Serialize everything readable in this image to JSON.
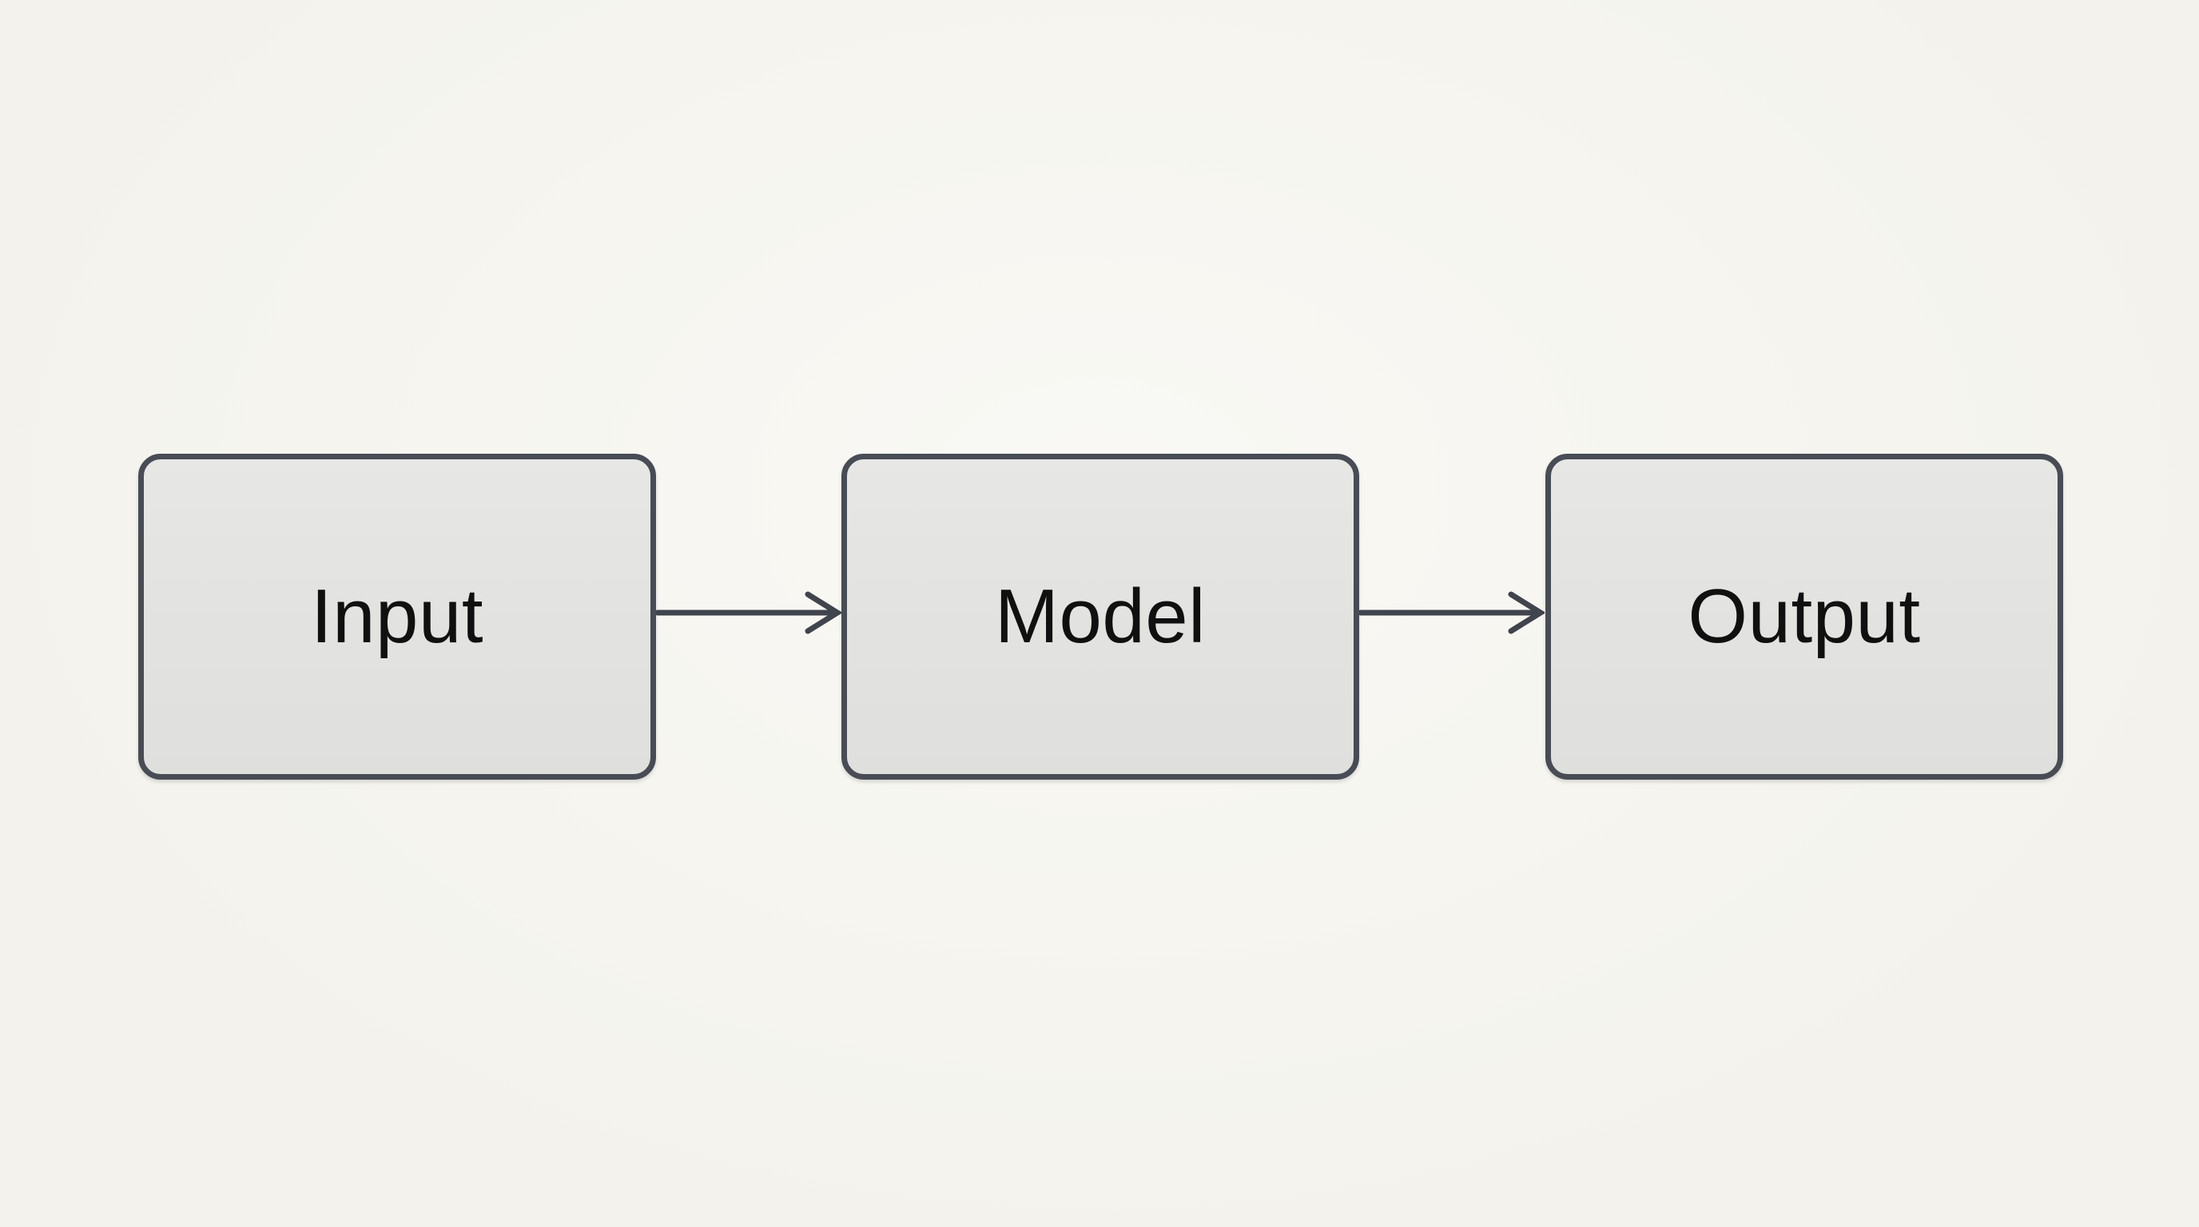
{
  "diagram": {
    "title": "",
    "type": "flow",
    "nodes": [
      {
        "id": "input",
        "label": "Input",
        "shape": "rounded-rectangle"
      },
      {
        "id": "model",
        "label": "Model",
        "shape": "rounded-rectangle"
      },
      {
        "id": "output",
        "label": "Output",
        "shape": "rounded-rectangle"
      }
    ],
    "connections": [
      {
        "from": "input",
        "to": "model",
        "style": "arrow-right"
      },
      {
        "from": "model",
        "to": "output",
        "style": "arrow-right"
      }
    ]
  },
  "icons": [
    {
      "name": "arrow-right-icon",
      "glyph": "→"
    }
  ],
  "colors": {
    "background": "#f6f5ef",
    "node-fill": "#e4e4e2",
    "node-border": "#474c55",
    "arrow": "#3f444d",
    "text": "#101010"
  }
}
